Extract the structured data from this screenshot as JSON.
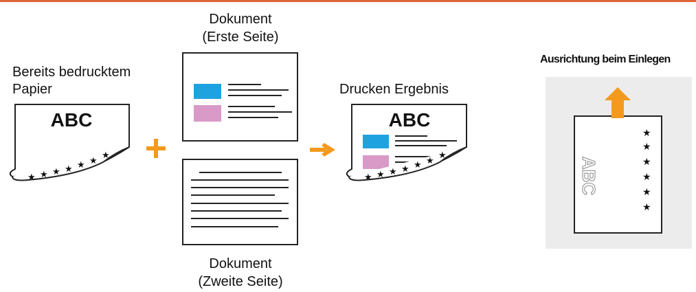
{
  "preprinted_paper": {
    "label_line1": "Bereits bedrucktem",
    "label_line2": "Papier",
    "printed_text": "ABC"
  },
  "document_first": {
    "label_line1": "Dokument",
    "label_line2": "(Erste Seite)"
  },
  "document_second": {
    "label_line1": "Dokument",
    "label_line2": "(Zweite Seite)"
  },
  "result": {
    "label": "Drucken Ergebnis",
    "printed_text": "ABC"
  },
  "orientation": {
    "label": "Ausrichtung beim Einlegen",
    "page_text": "ABC"
  },
  "colors": {
    "accent": "#f39a1e",
    "rule": "#e0623a",
    "blue_block": "#1fa3e0",
    "pink_block": "#d99ac8",
    "panel_bg": "#ececec"
  }
}
